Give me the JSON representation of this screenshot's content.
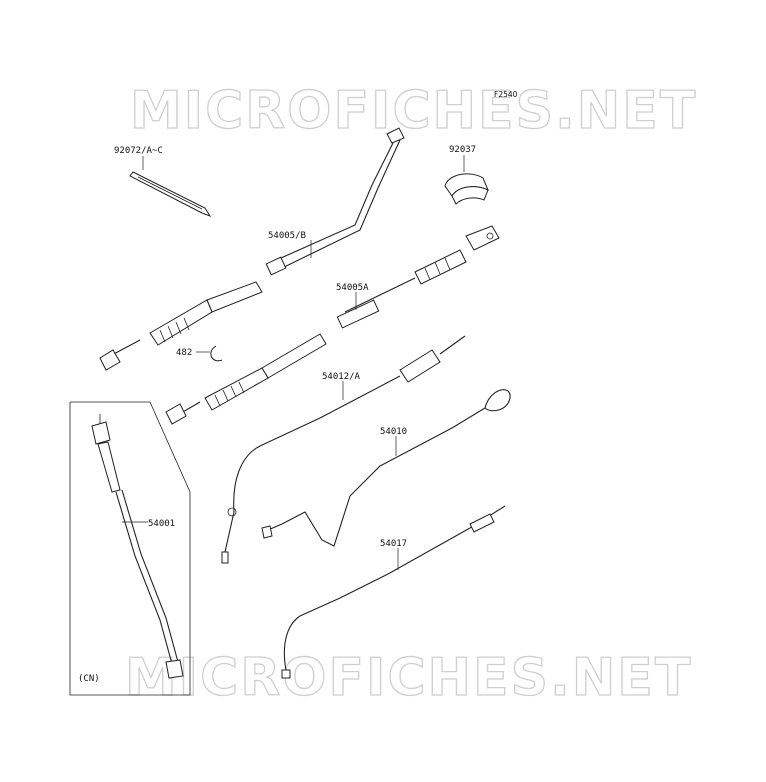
{
  "watermark": {
    "top": "MICROFICHES.NET",
    "bottom": "MICROFICHES.NET"
  },
  "figure_id": "F2540",
  "region_label": "(CN)",
  "callouts": {
    "p92072": "92072/A~C",
    "p92037": "92037",
    "p54005B": "54005/B",
    "p54005A": "54005A",
    "p482": "482",
    "p54012A": "54012/A",
    "p54010": "54010",
    "p54001": "54001",
    "p54017": "54017"
  },
  "icons": [
    "cable-tie-icon",
    "clamp-icon",
    "e-clip-icon",
    "throttle-cable-icon",
    "speedometer-cable-icon"
  ]
}
